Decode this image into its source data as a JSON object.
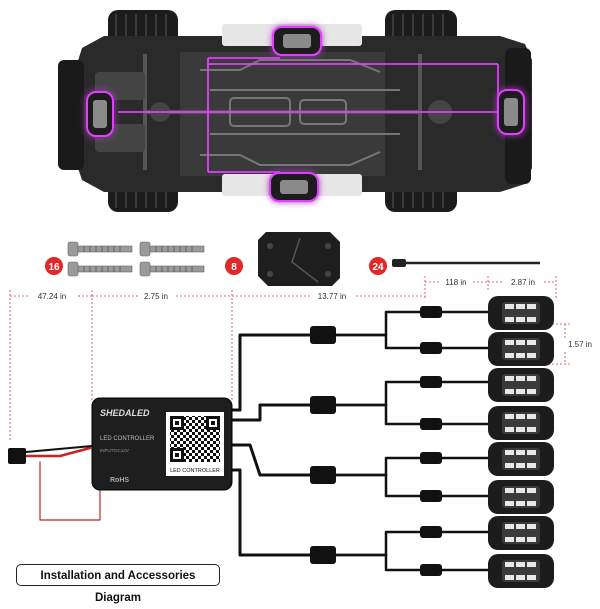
{
  "caption": "Installation and Accessories Diagram",
  "accessories": {
    "screws_qty": "16",
    "pads_qty": "8",
    "ties_qty": "24"
  },
  "dimensions": {
    "lead_wire": "47.24 in",
    "controller_gap": "2.75 in",
    "main_cable": "13.77 in",
    "branch_wire": "118 in",
    "pod_length": "2.87 in",
    "pod_width": "1.57 in"
  },
  "controller": {
    "brand": "SHEDALED",
    "model": "LED CONTROLLER",
    "input": "INPUT:DC12V",
    "cert": "RoHS",
    "qr_label": "LED CONTROLLER"
  },
  "colors": {
    "glow": "#e040fb",
    "wire": "#111111",
    "red_wire": "#cc2222",
    "dim_line": "#d14040",
    "badge": "#e02828"
  },
  "pod_count": 8
}
